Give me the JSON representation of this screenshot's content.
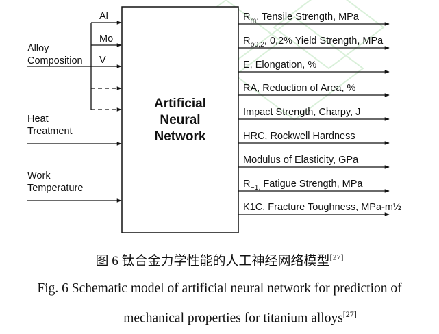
{
  "diagram": {
    "box_label": [
      "Artificial",
      "Neural",
      "Network"
    ],
    "inputs": {
      "alloy_composition": [
        "Alloy",
        "Composition"
      ],
      "elements": [
        "Al",
        "Mo",
        "V"
      ],
      "heat_treatment": [
        "Heat",
        "Treatment"
      ],
      "work_temperature": [
        "Work",
        "Temperature"
      ]
    },
    "outputs": [
      {
        "sym": "R",
        "sub": "m",
        "text": ", Tensile Strength, MPa"
      },
      {
        "sym": "R",
        "sub": "p0,2",
        "text": ", 0,2% Yield Strength, MPa"
      },
      {
        "sym": "",
        "sub": "",
        "text": "E, Elongation, %"
      },
      {
        "sym": "",
        "sub": "",
        "text": "RA, Reduction of Area, %"
      },
      {
        "sym": "",
        "sub": "",
        "text": "Impact Strength, Charpy, J"
      },
      {
        "sym": "",
        "sub": "",
        "text": "HRC, Rockwell Hardness"
      },
      {
        "sym": "",
        "sub": "",
        "text": "Modulus of Elasticity, GPa"
      },
      {
        "sym": "R",
        "sub": "−1,",
        "text": " Fatigue Strength, MPa"
      },
      {
        "sym": "",
        "sub": "",
        "text": "K1C, Fracture Toughness, MPa-m½"
      }
    ]
  },
  "caption": {
    "zh": "图 6  钛合金力学性能的人工神经网络模型",
    "zh_ref": "[27]",
    "en_line1": "Fig. 6 Schematic model of artificial neural network for prediction of",
    "en_line2": "mechanical properties for titanium alloys",
    "en_ref": "[27]"
  }
}
